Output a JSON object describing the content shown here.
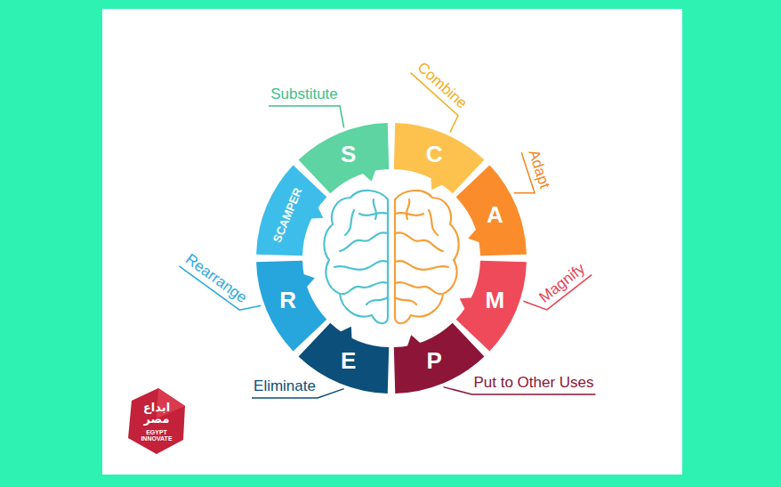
{
  "diagram": {
    "nodes": [
      {
        "text": [
          "SCAMPER"
        ]
      },
      {
        "text": [
          "S",
          "Substitute"
        ]
      },
      {
        "text": [
          "C",
          "Combine"
        ]
      },
      {
        "text": [
          "A",
          "Adapt"
        ]
      },
      {
        "text": [
          "M",
          "Magnify"
        ]
      },
      {
        "text": [
          "P",
          "Put to Other Uses"
        ]
      },
      {
        "text": [
          "E",
          "Eliminate"
        ]
      },
      {
        "text": [
          "R",
          "Rearrange"
        ]
      }
    ],
    "labels": [
      "ابداع مصر",
      "EGYPT INNOVATE"
    ]
  }
}
